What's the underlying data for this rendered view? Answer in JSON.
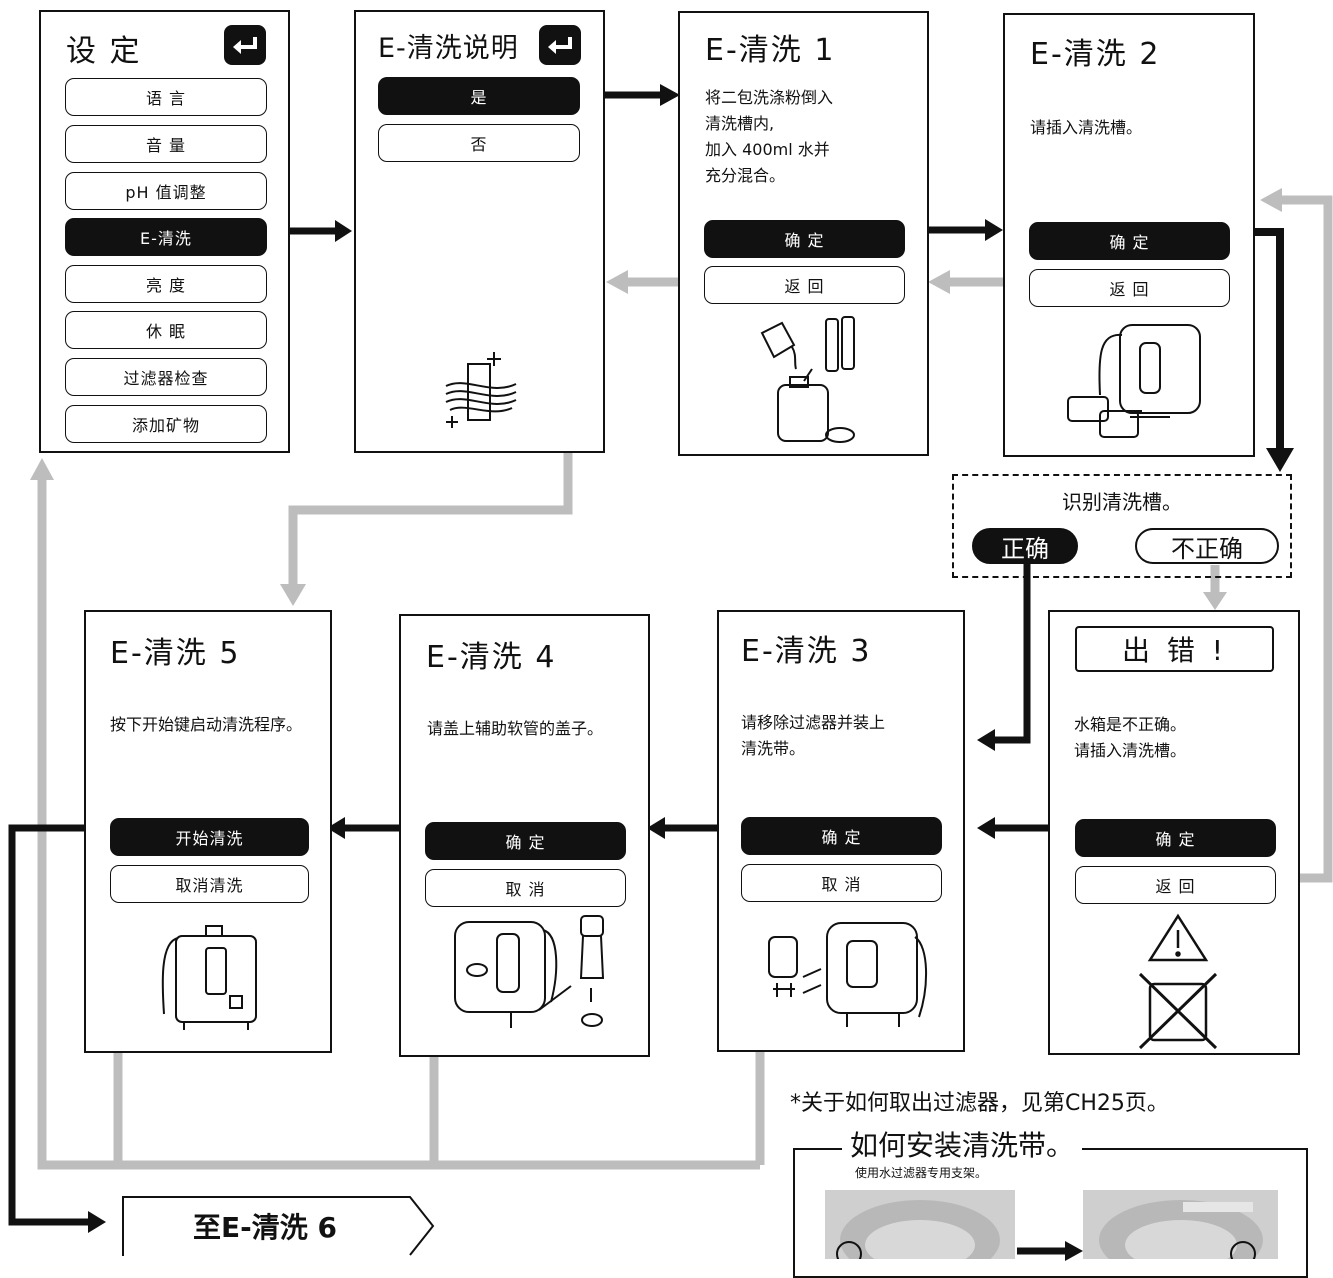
{
  "settings_panel": {
    "title": "设 定",
    "items": [
      "语 言",
      "音 量",
      "pH 值调整",
      "E-清洗",
      "亮 度",
      "休 眠",
      "过滤器检查",
      "添加矿物"
    ]
  },
  "ecleaning_info": {
    "title": "E-清洗说明",
    "yes": "是",
    "no": "否"
  },
  "ecleaning_1": {
    "title": "E-清洗 1",
    "text": "将二包洗涤粉倒入\n清洗槽内,\n加入 400ml 水并\n充分混合。",
    "confirm": "确 定",
    "back": "返 回"
  },
  "ecleaning_2": {
    "title": "E-清洗 2",
    "text": "请插入清洗槽。",
    "confirm": "确 定",
    "back": "返 回"
  },
  "detect": {
    "text": "识别清洗槽。",
    "correct": "正确",
    "incorrect": "不正确"
  },
  "error_panel": {
    "title": "出 错 !",
    "text": "水箱是不正确。\n请插入清洗槽。",
    "confirm": "确 定",
    "back": "返 回"
  },
  "ecleaning_3": {
    "title": "E-清洗 3",
    "text": "请移除过滤器并装上\n清洗带。",
    "confirm": "确 定",
    "cancel": "取 消"
  },
  "ecleaning_4": {
    "title": "E-清洗 4",
    "text": "请盖上辅助软管的盖子。",
    "confirm": "确 定",
    "cancel": "取 消"
  },
  "ecleaning_5": {
    "title": "E-清洗 5",
    "text": "按下开始键启动清洗程序。",
    "start": "开始清洗",
    "cancel": "取消清洗"
  },
  "next_step": "至E-清洗 6",
  "filter_note": "*关于如何取出过滤器，见第CH25页。",
  "install_box": {
    "title": "如何安装清洗带。",
    "subtitle": "使用水过滤器专用支架。"
  },
  "colors": {
    "black": "#111111",
    "gray_arrow": "#bdbdbd"
  },
  "icons": [
    "back-arrow-icon",
    "sparkle-icon",
    "warning-icon"
  ]
}
